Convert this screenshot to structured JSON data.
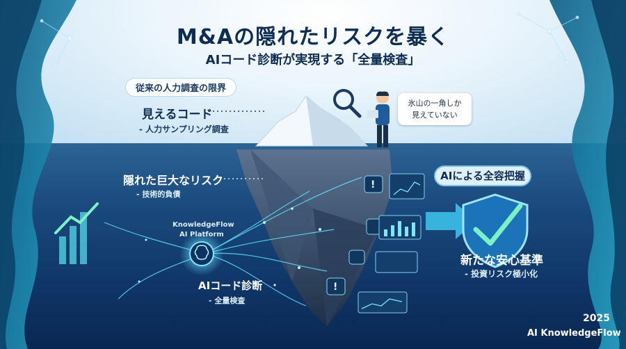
{
  "title": "M&Aの隠れたリスクを暴く",
  "subtitle": "AIコード診断が実現する「全量検査」",
  "traditional": {
    "heading": "従来の人力調査の限界"
  },
  "visible_code": {
    "label": "見えるコード",
    "sub": "- 人力サンプリング調査"
  },
  "bubble": {
    "line1": "氷山の一角しか",
    "line2": "見えていない"
  },
  "hidden_risk": {
    "label": "隠れた巨大なリスク",
    "sub": "- 技術的負債"
  },
  "ai_grasp": {
    "label": "AIによる全容把握"
  },
  "platform": {
    "line1": "KnowledgeFlow",
    "line2": "AI Platform"
  },
  "ai_diagnosis": {
    "label": "AIコード診断",
    "sub": "- 全量検査"
  },
  "new_standard": {
    "label": "新たな安心基準",
    "sub": "- 投資リスク極小化"
  },
  "footer": {
    "year": "2025",
    "brand": "AI KnowledgeFlow"
  },
  "icons": [
    "magnifier-icon",
    "person-icon",
    "warning-icon",
    "bug-icon",
    "lock-icon",
    "brain-icon",
    "shield-check-icon",
    "growth-arrow-icon"
  ],
  "colors": {
    "navy": "#0f2d52",
    "accent": "#3ec7f0",
    "teal": "#4fc7d9"
  }
}
